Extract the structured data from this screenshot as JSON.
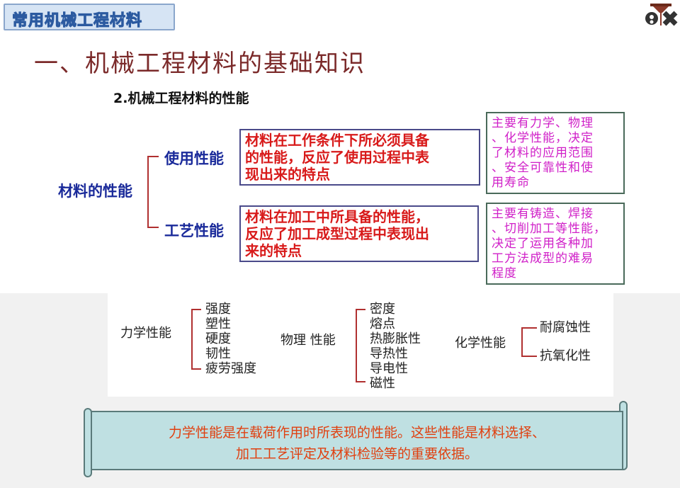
{
  "header": {
    "title": "常用机械工程材料",
    "logo_icon": "school-logo-icon"
  },
  "main_title": "一、机械工程材料的基础知识",
  "sub_title": "2.机械工程材料的性能",
  "diagram_top": {
    "root": "材料的性能",
    "branches": [
      {
        "label": "使用性能",
        "definition": [
          "材料在工作条件下所必须具备",
          "的性能，反应了使用过程中表",
          "现出来的特点"
        ],
        "note": [
          "主要有力学、物理",
          "、化学性能，决定",
          "了材料的应用范围",
          "、安全可靠性和使",
          "用寿命"
        ]
      },
      {
        "label": "工艺性能",
        "definition": [
          "材料在加工中所具备的性能，",
          "反应了加工成型过程中表现出",
          "来的特点"
        ],
        "note": [
          "主要有铸造、焊接",
          "、切削加工等性能，",
          "决定了运用各种加",
          "工方法成型的难易",
          "程度"
        ]
      }
    ]
  },
  "diagram_bottom": {
    "groups": [
      {
        "label": "力学性能",
        "items": [
          "强度",
          "塑性",
          "硬度",
          "韧性",
          "疲劳强度"
        ]
      },
      {
        "label": "物理 性能",
        "items": [
          "密度",
          "熔点",
          "热膨胀性",
          "导热性",
          "导电性",
          "磁性"
        ]
      },
      {
        "label": "化学性能",
        "items": [
          "耐腐蚀性",
          "抗氧化性"
        ]
      }
    ]
  },
  "scroll_note": {
    "line1": "力学性能是在载荷作用时所表现的性能。这些性能是材料选择、",
    "line2": "加工工艺评定及材料检验等的重要依据。"
  },
  "colors": {
    "title": "#7b2a2a",
    "branch_label": "#1a2a9a",
    "definition_text": "#d81a1a",
    "note_text": "#d020c8",
    "bracket": "#b03030",
    "scroll_bg": "#bfe0e2",
    "scroll_text": "#e04010"
  }
}
